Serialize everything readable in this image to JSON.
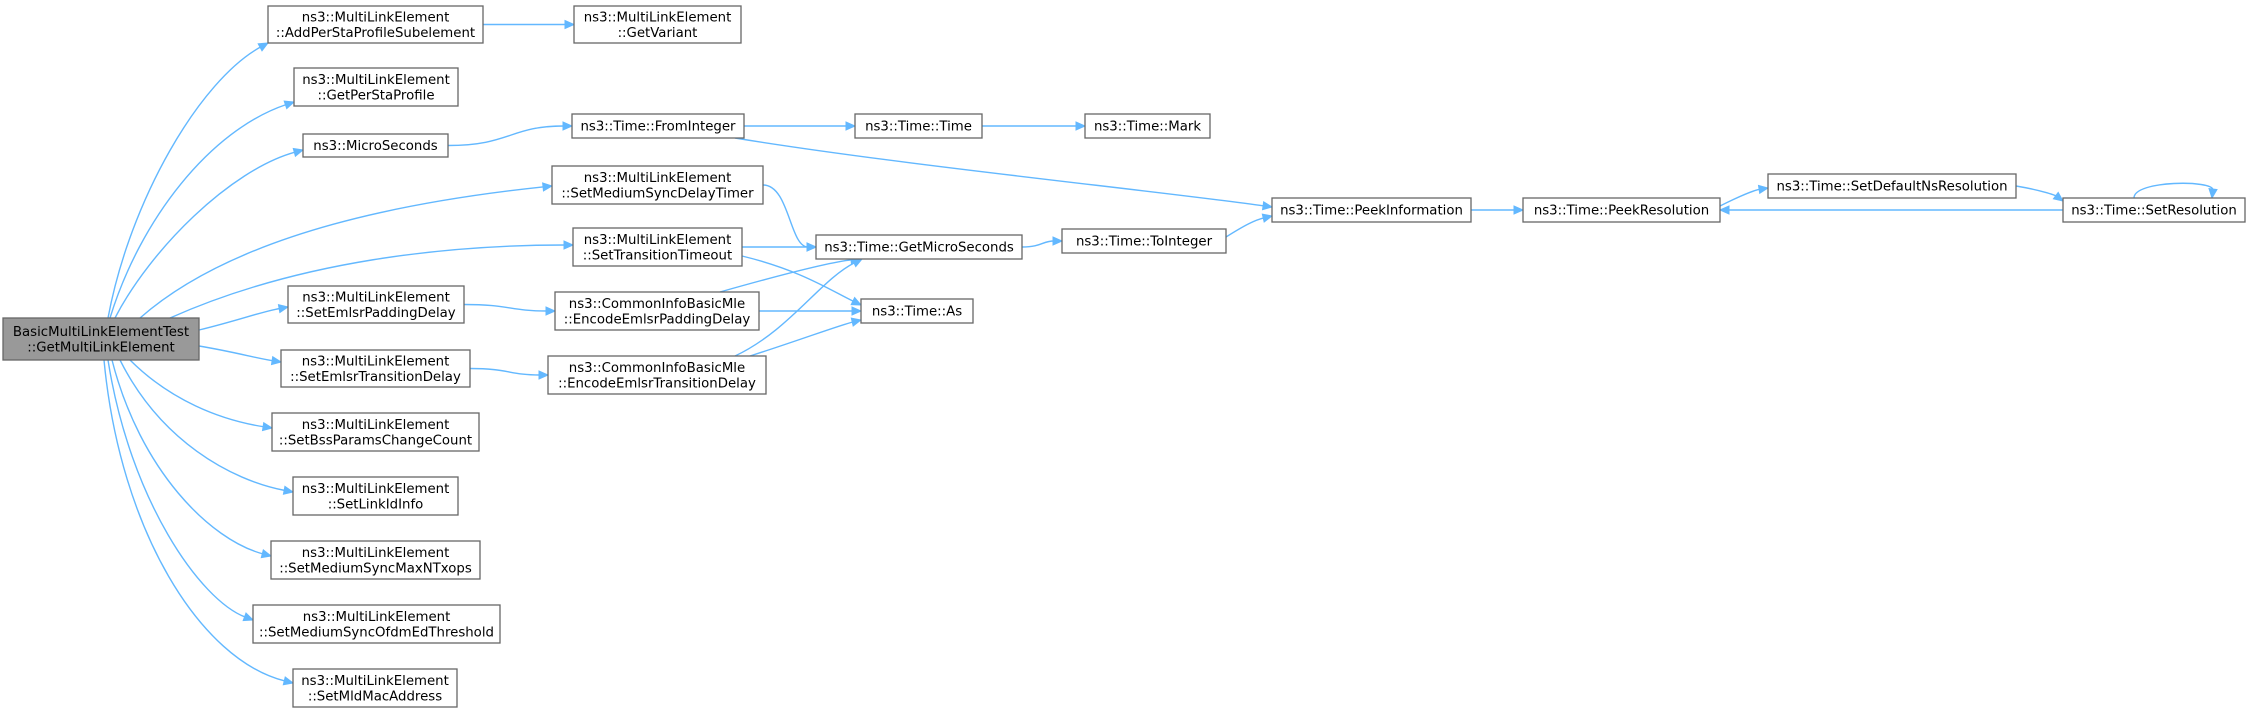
{
  "diagram": {
    "type": "call-graph",
    "edge_color": "#63b8ff",
    "root_fill": "#999999",
    "nodes": [
      {
        "id": "root",
        "lines": [
          "BasicMultiLinkElementTest",
          "::GetMultiLinkElement"
        ],
        "root": true
      },
      {
        "id": "addPerSta",
        "lines": [
          "ns3::MultiLinkElement",
          "::AddPerStaProfileSubelement"
        ]
      },
      {
        "id": "getVariant",
        "lines": [
          "ns3::MultiLinkElement",
          "::GetVariant"
        ]
      },
      {
        "id": "getPerSta",
        "lines": [
          "ns3::MultiLinkElement",
          "::GetPerStaProfile"
        ]
      },
      {
        "id": "microSec",
        "lines": [
          "ns3::MicroSeconds"
        ]
      },
      {
        "id": "fromInt",
        "lines": [
          "ns3::Time::FromInteger"
        ]
      },
      {
        "id": "timeTime",
        "lines": [
          "ns3::Time::Time"
        ]
      },
      {
        "id": "timeMark",
        "lines": [
          "ns3::Time::Mark"
        ]
      },
      {
        "id": "setMedDelay",
        "lines": [
          "ns3::MultiLinkElement",
          "::SetMediumSyncDelayTimer"
        ]
      },
      {
        "id": "setTransTO",
        "lines": [
          "ns3::MultiLinkElement",
          "::SetTransitionTimeout"
        ]
      },
      {
        "id": "getMicro",
        "lines": [
          "ns3::Time::GetMicroSeconds"
        ]
      },
      {
        "id": "toInt",
        "lines": [
          "ns3::Time::ToInteger"
        ]
      },
      {
        "id": "peekInfo",
        "lines": [
          "ns3::Time::PeekInformation"
        ]
      },
      {
        "id": "peekRes",
        "lines": [
          "ns3::Time::PeekResolution"
        ]
      },
      {
        "id": "setDefRes",
        "lines": [
          "ns3::Time::SetDefaultNsResolution"
        ]
      },
      {
        "id": "setRes",
        "lines": [
          "ns3::Time::SetResolution"
        ]
      },
      {
        "id": "setEmlsrPad",
        "lines": [
          "ns3::MultiLinkElement",
          "::SetEmlsrPaddingDelay"
        ]
      },
      {
        "id": "encPad",
        "lines": [
          "ns3::CommonInfoBasicMle",
          "::EncodeEmlsrPaddingDelay"
        ]
      },
      {
        "id": "timeAs",
        "lines": [
          "ns3::Time::As"
        ]
      },
      {
        "id": "setEmlsrTrans",
        "lines": [
          "ns3::MultiLinkElement",
          "::SetEmlsrTransitionDelay"
        ]
      },
      {
        "id": "encTrans",
        "lines": [
          "ns3::CommonInfoBasicMle",
          "::EncodeEmlsrTransitionDelay"
        ]
      },
      {
        "id": "setBss",
        "lines": [
          "ns3::MultiLinkElement",
          "::SetBssParamsChangeCount"
        ]
      },
      {
        "id": "setLinkId",
        "lines": [
          "ns3::MultiLinkElement",
          "::SetLinkIdInfo"
        ]
      },
      {
        "id": "setMaxTx",
        "lines": [
          "ns3::MultiLinkElement",
          "::SetMediumSyncMaxNTxops"
        ]
      },
      {
        "id": "setOfdm",
        "lines": [
          "ns3::MultiLinkElement",
          "::SetMediumSyncOfdmEdThreshold"
        ]
      },
      {
        "id": "setMld",
        "lines": [
          "ns3::MultiLinkElement",
          "::SetMldMacAddress"
        ]
      }
    ],
    "edges": [
      [
        "root",
        "addPerSta"
      ],
      [
        "root",
        "getPerSta"
      ],
      [
        "root",
        "microSec"
      ],
      [
        "root",
        "setMedDelay"
      ],
      [
        "root",
        "setTransTO"
      ],
      [
        "root",
        "setEmlsrPad"
      ],
      [
        "root",
        "setEmlsrTrans"
      ],
      [
        "root",
        "setBss"
      ],
      [
        "root",
        "setLinkId"
      ],
      [
        "root",
        "setMaxTx"
      ],
      [
        "root",
        "setOfdm"
      ],
      [
        "root",
        "setMld"
      ],
      [
        "addPerSta",
        "getVariant"
      ],
      [
        "microSec",
        "fromInt"
      ],
      [
        "fromInt",
        "timeTime"
      ],
      [
        "timeTime",
        "timeMark"
      ],
      [
        "fromInt",
        "peekInfo"
      ],
      [
        "setMedDelay",
        "getMicro"
      ],
      [
        "setTransTO",
        "getMicro"
      ],
      [
        "setTransTO",
        "timeAs"
      ],
      [
        "getMicro",
        "toInt"
      ],
      [
        "toInt",
        "peekInfo"
      ],
      [
        "peekInfo",
        "peekRes"
      ],
      [
        "peekRes",
        "setDefRes"
      ],
      [
        "setDefRes",
        "setRes"
      ],
      [
        "setRes",
        "peekRes"
      ],
      [
        "setRes",
        "setRes"
      ],
      [
        "setEmlsrPad",
        "encPad"
      ],
      [
        "encPad",
        "getMicro"
      ],
      [
        "encPad",
        "timeAs"
      ],
      [
        "setEmlsrTrans",
        "encTrans"
      ],
      [
        "encTrans",
        "getMicro"
      ],
      [
        "encTrans",
        "timeAs"
      ]
    ]
  }
}
